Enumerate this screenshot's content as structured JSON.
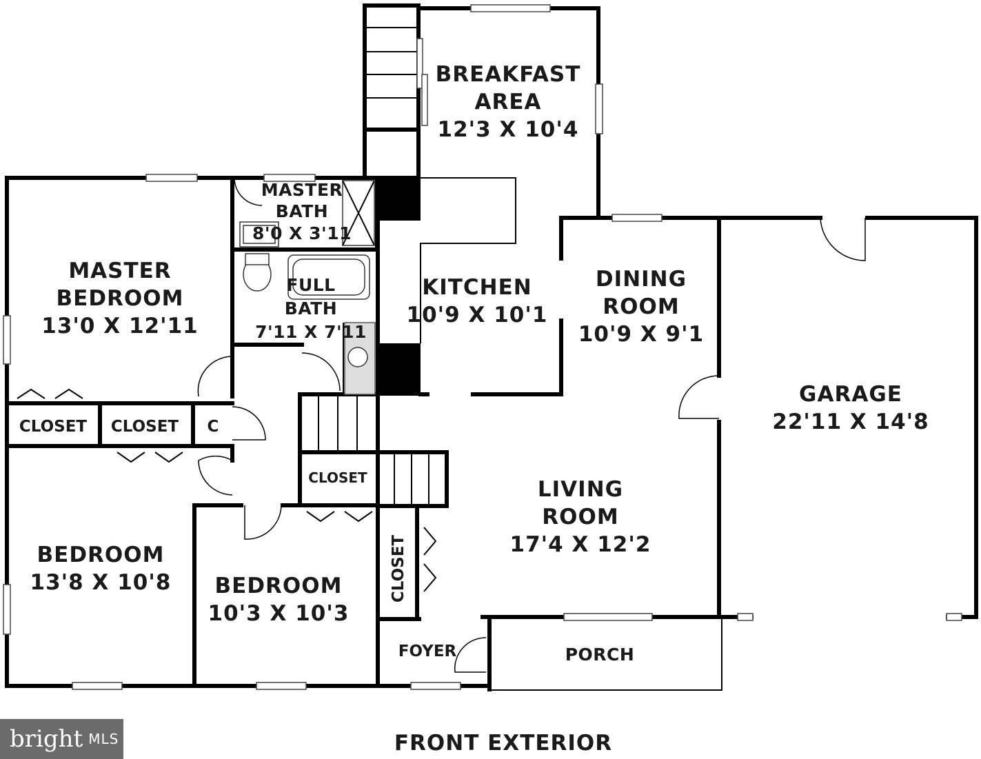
{
  "rooms": {
    "breakfast": {
      "line1": "BREAKFAST",
      "line2": "AREA",
      "dims": "12'3 X 10'4"
    },
    "master_bath": {
      "line1": "MASTER",
      "line2": "BATH",
      "dims": "8'0 X 3'11"
    },
    "master_bedroom": {
      "line1": "MASTER",
      "line2": "BEDROOM",
      "dims": "13'0 X 12'11"
    },
    "full_bath": {
      "line1": "FULL",
      "line2": "BATH",
      "dims": "7'11 X 7'11"
    },
    "kitchen": {
      "line1": "KITCHEN",
      "dims": "10'9 X 10'1"
    },
    "dining": {
      "line1": "DINING",
      "line2": "ROOM",
      "dims": "10'9 X 9'1"
    },
    "garage": {
      "line1": "GARAGE",
      "dims": "22'11 X 14'8"
    },
    "living": {
      "line1": "LIVING",
      "line2": "ROOM",
      "dims": "17'4 X 12'2"
    },
    "bedroom_left": {
      "line1": "BEDROOM",
      "dims": "13'8 X 10'8"
    },
    "bedroom_mid": {
      "line1": "BEDROOM",
      "dims": "10'3 X 10'3"
    },
    "foyer": {
      "line1": "FOYER"
    },
    "porch": {
      "line1": "PORCH"
    }
  },
  "closets": {
    "c1": "CLOSET",
    "c2": "CLOSET",
    "c3": "C",
    "c4": "CLOSET",
    "c5": "CLOSET"
  },
  "footer": {
    "caption": "FRONT EXTERIOR"
  },
  "logo": {
    "brand": "bright",
    "suffix": "MLS"
  }
}
